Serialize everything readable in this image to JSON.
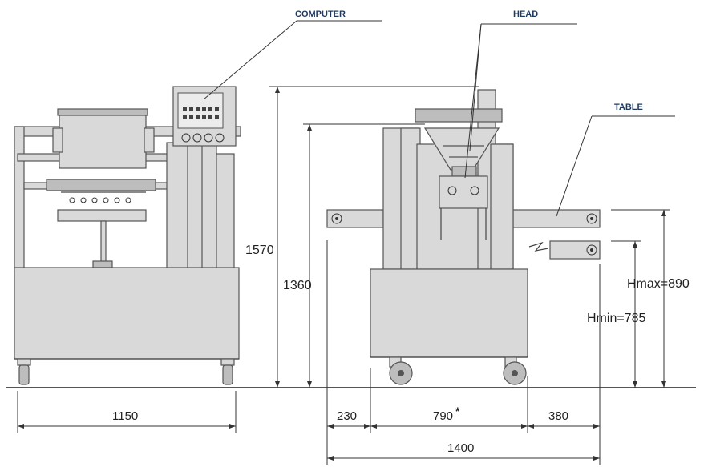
{
  "callouts": {
    "computer": "COMPUTER",
    "head": "HEAD",
    "table": "TABLE"
  },
  "dimensions": {
    "front_width": "1150",
    "height_total": "1570",
    "height_head": "1360",
    "left_offset": "230",
    "base_depth": "790",
    "base_depth_mark": "*",
    "table_extension": "380",
    "side_total": "1400",
    "hmax": "Hmax=890",
    "hmin": "Hmin=785"
  },
  "colors": {
    "callout_text": "#1f3a5f",
    "machine_fill": "#d9d9d9",
    "line": "#444444"
  }
}
